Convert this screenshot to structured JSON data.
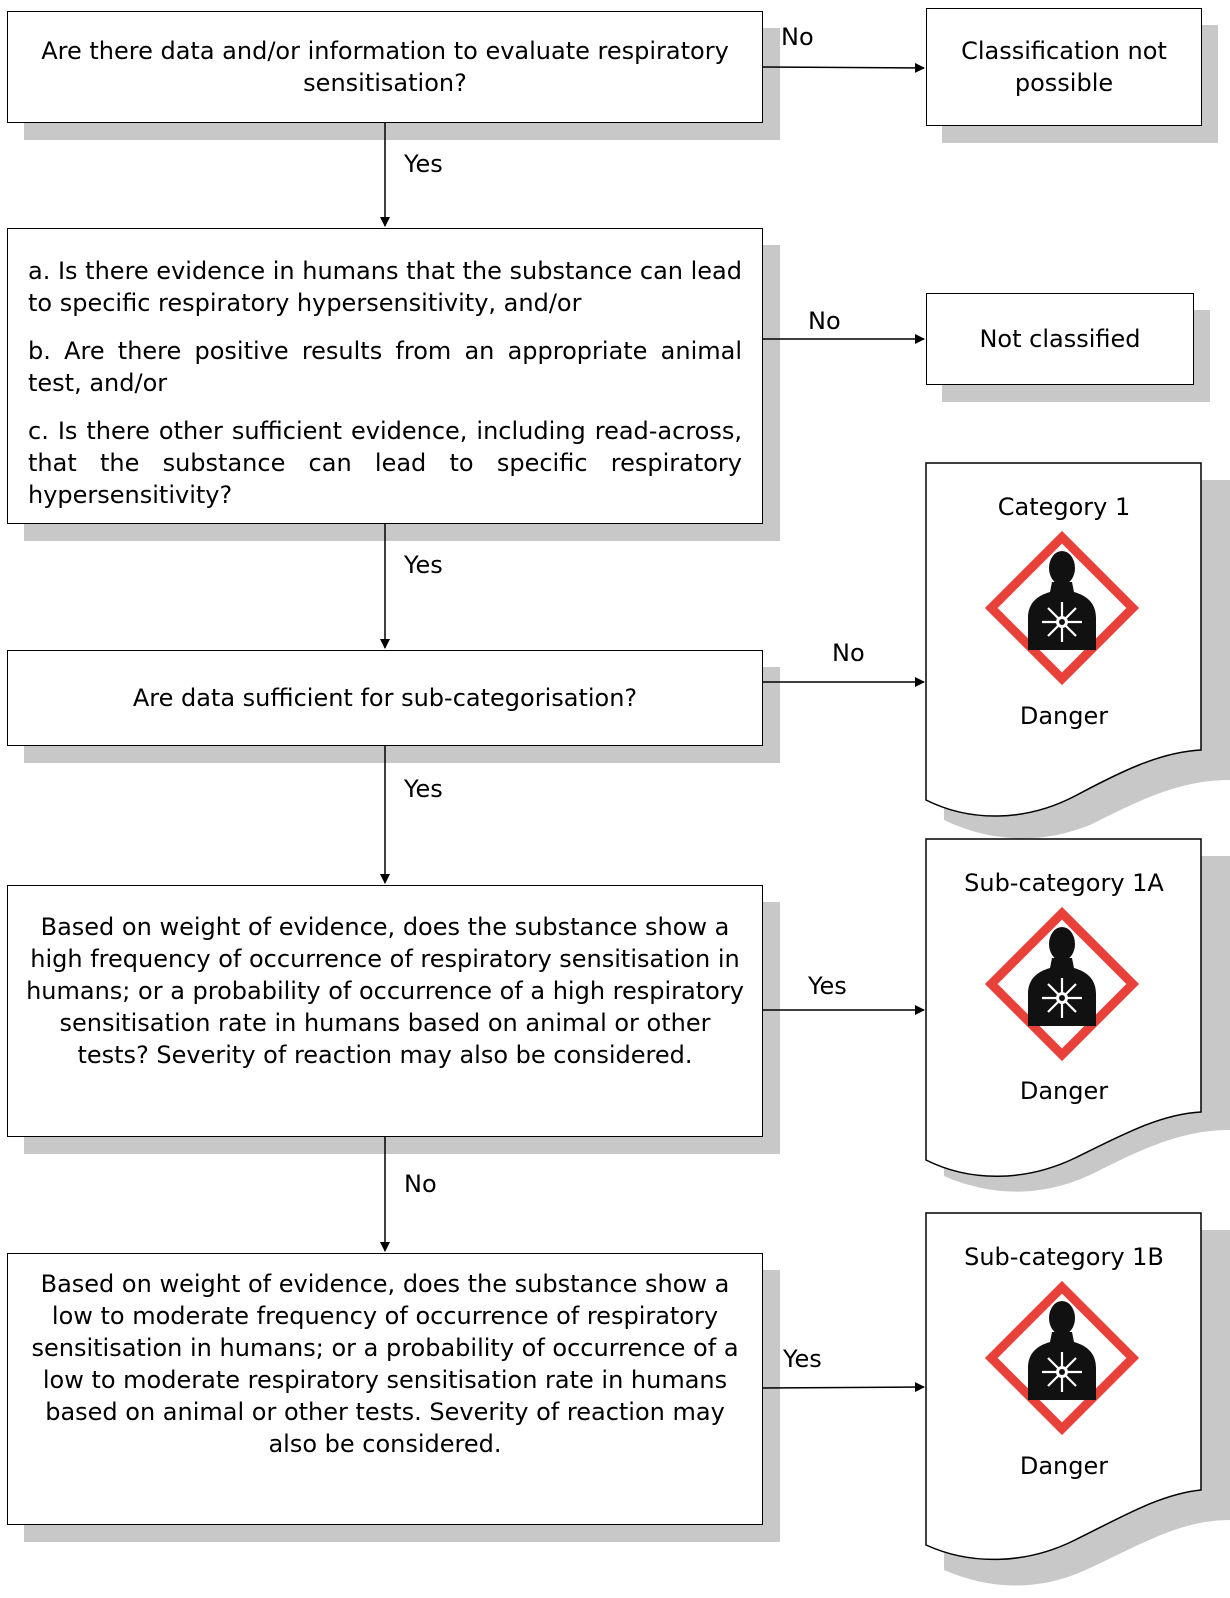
{
  "q1": {
    "text": "Are there data and/or information to evaluate respiratory sensitisation?"
  },
  "out_not_possible": {
    "text": "Classification not possible"
  },
  "q2": {
    "a": "a. Is there evidence in humans that the substance can lead to specific respiratory hypersensitivity, and/or",
    "b": "b. Are there positive results from an appropriate animal test, and/or",
    "c": "c. Is there other sufficient evidence, including read-across, that the substance can lead to specific respiratory hypersensitivity?"
  },
  "out_not_classified": {
    "text": "Not classified"
  },
  "q3": {
    "text": "Are data sufficient for sub-categorisation?"
  },
  "q4": {
    "text": "Based on weight of evidence, does the substance show a high frequency of occurrence of respiratory sensitisation in humans; or a probability of occurrence of a high respiratory sensitisation rate in humans based on animal or other tests? Severity of reaction may also be considered."
  },
  "q5": {
    "text": "Based on weight of evidence, does the substance show a low to moderate frequency of occurrence of respiratory sensitisation in humans; or a probability of occurrence of a low to moderate respiratory sensitisation rate in humans based on animal or other tests. Severity of reaction may also be considered."
  },
  "results": [
    {
      "title": "Category 1",
      "signal": "Danger",
      "pictogram": "health-hazard-pictogram"
    },
    {
      "title": "Sub-category 1A",
      "signal": "Danger",
      "pictogram": "health-hazard-pictogram"
    },
    {
      "title": "Sub-category 1B",
      "signal": "Danger",
      "pictogram": "health-hazard-pictogram"
    }
  ],
  "edges": {
    "q1_no": "No",
    "q1_yes": "Yes",
    "q2_no": "No",
    "q2_yes": "Yes",
    "q3_no": "No",
    "q3_yes": "Yes",
    "q4_yes": "Yes",
    "q4_no": "No",
    "q5_yes": "Yes"
  },
  "colors": {
    "pictogram_border": "#e8413a",
    "shadow": "#c8c8c8"
  }
}
